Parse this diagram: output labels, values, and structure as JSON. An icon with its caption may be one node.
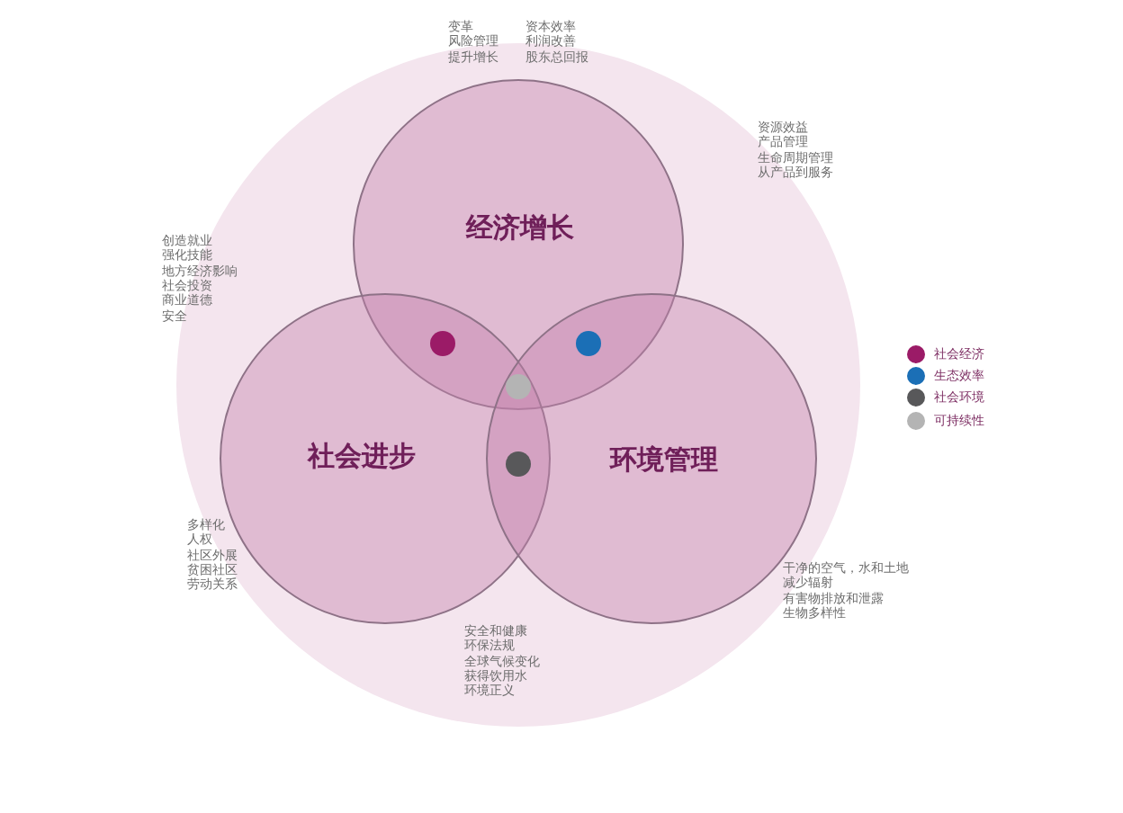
{
  "diagram": {
    "nodes": [
      {
        "text": [],
        "shape": "circle"
      },
      {
        "text": [
          "经济增长"
        ],
        "in": 0
      },
      {
        "text": [
          "社会进步"
        ],
        "in": 0
      },
      {
        "text": [
          "环境管理"
        ],
        "in": 0
      }
    ],
    "labels": [
      "变革",
      "风险管理",
      "提升增长",
      "资本效率",
      "利润改善",
      "股东总回报",
      "资源效益",
      "产品管理",
      "生命周期管理",
      "从产品到服务",
      "创造就业",
      "强化技能",
      "地方经济影响",
      "社会投资",
      "商业道德",
      "安全",
      "多样化",
      "人权",
      "社区外展",
      "贫困社区",
      "劳动关系",
      "安全和健康",
      "环保法规",
      "全球气候变化",
      "获得饮用水",
      "环境正义",
      "干净的空气，水和土地",
      "减少辐射",
      "有害物排放和泄露",
      "生物多样性"
    ],
    "legend": [
      {
        "text": "社会经济",
        "color": "#9b1b67"
      },
      {
        "text": "生态效率",
        "color": "#1b6fb6"
      },
      {
        "text": "社会环境",
        "color": "#58585a"
      },
      {
        "text": "可持续性",
        "color": "#b4b4b4"
      }
    ]
  }
}
